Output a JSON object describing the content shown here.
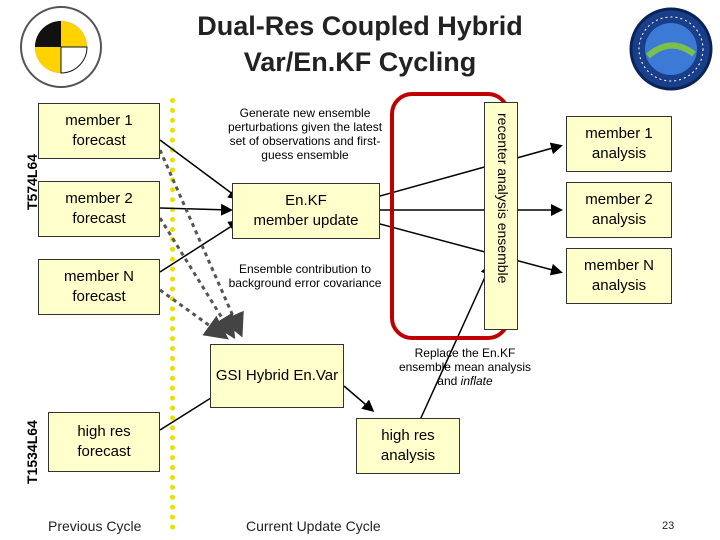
{
  "title": {
    "line1": "Dual-Res Coupled Hybrid",
    "line2": "Var/En.KF Cycling"
  },
  "logos": {
    "left": "university-of-maryland-seal",
    "right": "jcsda-emblem"
  },
  "labels": {
    "ensemble_res": "T574L64",
    "highres": "T1534L64"
  },
  "prev_cycle": {
    "member1": "member 1\nforecast",
    "member2": "member 2\nforecast",
    "memberN": "member N\nforecast",
    "highres": "high res\nforecast",
    "caption": "Previous Cycle"
  },
  "current": {
    "generate": "Generate new ensemble perturbations given the latest set of observations and first-guess ensemble",
    "enkf": "En.KF\nmember update",
    "contribution": "Ensemble contribution to background error covariance",
    "gsi": "GSI Hybrid En.Var",
    "replace_prefix": "Replace the En.KF ensemble mean analysis and ",
    "replace_italic": "inflate",
    "recenter": "recenter analysis ensemble",
    "highres_analysis": "high res\nanalysis",
    "caption": "Current Update Cycle"
  },
  "analysis": {
    "member1": "member 1\nanalysis",
    "member2": "member 2\nanalysis",
    "memberN": "member N\nanalysis"
  },
  "page_number": "23",
  "colors": {
    "box_fill": "#ffffcc",
    "highlight": "#c00000",
    "separator": "#e8e000"
  }
}
